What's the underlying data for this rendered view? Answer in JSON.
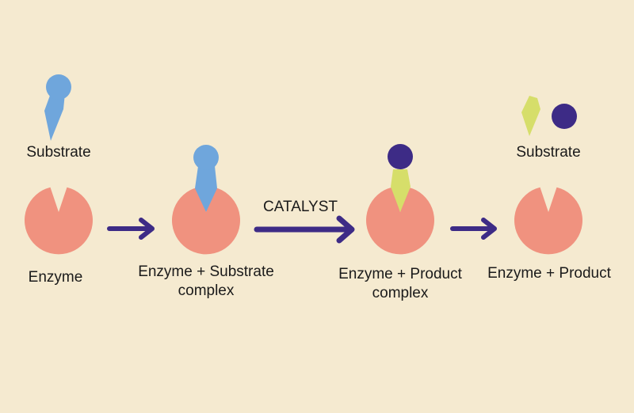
{
  "labels": {
    "substrate_1": "Substrate",
    "enzyme": "Enzyme",
    "es_line1": "Enzyme + Substrate",
    "es_line2": "complex",
    "catalyst": "CATALYST",
    "ep_line1": "Enzyme + Product",
    "ep_line2": "complex",
    "substrate_2": "Substrate",
    "final": "Enzyme + Product"
  },
  "colors": {
    "background": "#f5ead0",
    "enzyme": "#f0927f",
    "substrate": "#6fa6dc",
    "product_piece": "#d6de6a",
    "product_ball": "#3d2b86",
    "arrow": "#3d2b86"
  }
}
